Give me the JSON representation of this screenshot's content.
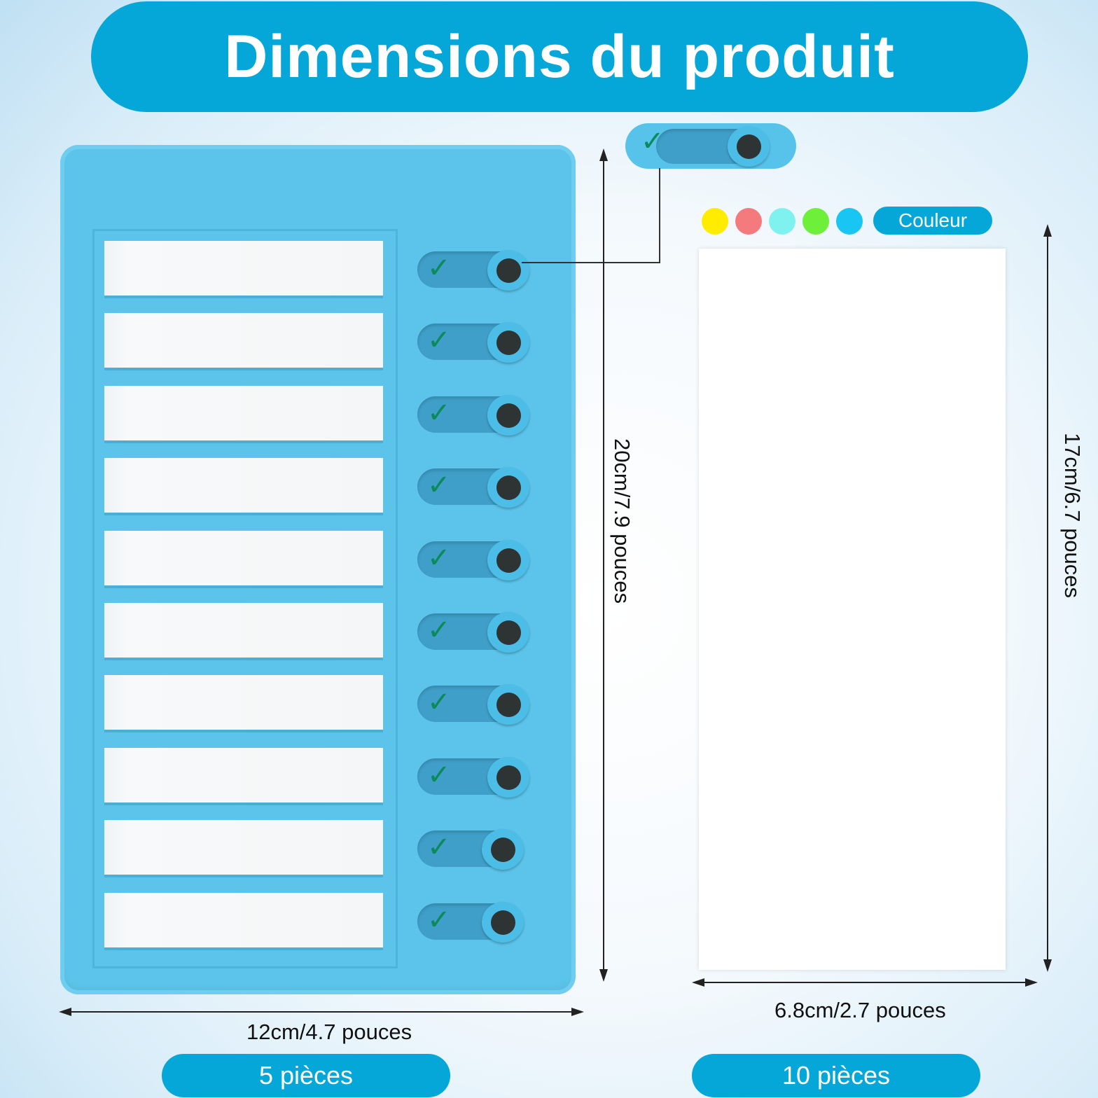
{
  "title": "Dimensions du produit",
  "board": {
    "rows": 10,
    "slider_icon": "checkmark-icon"
  },
  "colors": {
    "label": "Couleur",
    "swatches": [
      "#ffec00",
      "#f47a7d",
      "#7ff2f0",
      "#6ef03a",
      "#19c6f3"
    ]
  },
  "dimensions": {
    "board_width": "12cm/4.7 pouces",
    "board_height": "20cm/7.9 pouces",
    "paper_width": "6.8cm/2.7 pouces",
    "paper_height": "17cm/6.7 pouces"
  },
  "quantities": {
    "boards": "5 pièces",
    "papers": "10 pièces"
  },
  "accent": "#05a6d8"
}
